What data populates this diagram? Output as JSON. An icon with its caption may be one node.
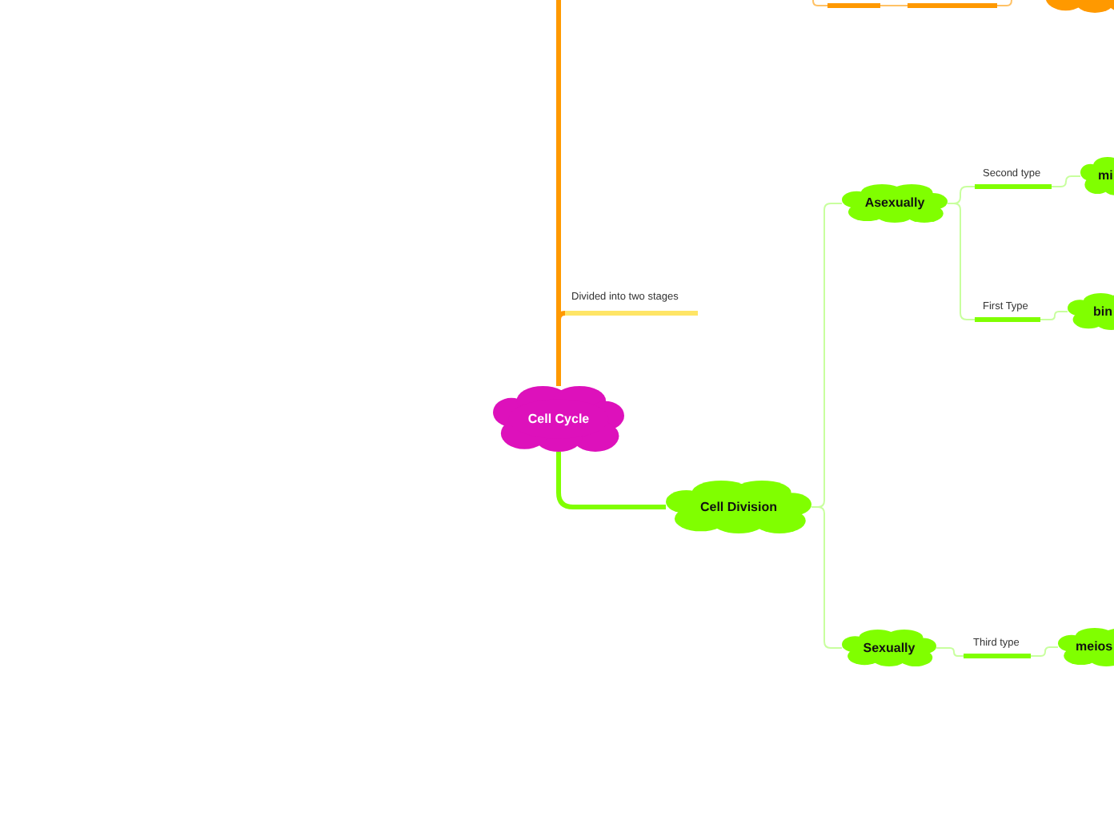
{
  "diagram": {
    "nodes": [
      {
        "text": [
          "Cell Cycle"
        ]
      },
      {
        "text": [
          "Divided into two stages"
        ]
      },
      {
        "text": [],
        "shape": "bar"
      },
      {
        "text": [],
        "shape": "bar"
      },
      {
        "text": [],
        "shape": "cloud"
      },
      {
        "text": [
          "Cell Division"
        ]
      },
      {
        "text": [
          "Asexually"
        ]
      },
      {
        "text": [
          "Second type"
        ]
      },
      {
        "text": [
          "mi"
        ]
      },
      {
        "text": [
          "First Type"
        ]
      },
      {
        "text": [
          "bin"
        ]
      },
      {
        "text": [
          "Sexually"
        ]
      },
      {
        "text": [
          "Third type"
        ]
      },
      {
        "text": [
          "meios"
        ]
      }
    ],
    "edges": [
      {
        "from": 0,
        "to": 1,
        "arrow": "none",
        "style": "thick",
        "color": "#ff9900"
      },
      {
        "from": 0,
        "to": null,
        "arrow": "none",
        "style": "thick",
        "color": "#ff9900"
      },
      {
        "from": null,
        "to": 2,
        "arrow": "none",
        "color": "#ffc266"
      },
      {
        "from": 2,
        "to": 3,
        "arrow": "none",
        "color": "#ffc266"
      },
      {
        "from": 3,
        "to": null,
        "arrow": "none",
        "color": "#ffc266"
      },
      {
        "from": 0,
        "to": 5,
        "arrow": "none",
        "style": "thick",
        "color": "#80ff00"
      },
      {
        "from": 5,
        "to": 6,
        "arrow": "none"
      },
      {
        "from": 5,
        "to": 11,
        "arrow": "none"
      },
      {
        "from": 6,
        "to": 7,
        "arrow": "none"
      },
      {
        "from": 6,
        "to": 9,
        "arrow": "none"
      },
      {
        "from": 7,
        "to": 8,
        "arrow": "none"
      },
      {
        "from": 9,
        "to": 10,
        "arrow": "none"
      },
      {
        "from": 11,
        "to": 12,
        "arrow": "none"
      },
      {
        "from": 12,
        "to": 13,
        "arrow": "none"
      }
    ]
  }
}
